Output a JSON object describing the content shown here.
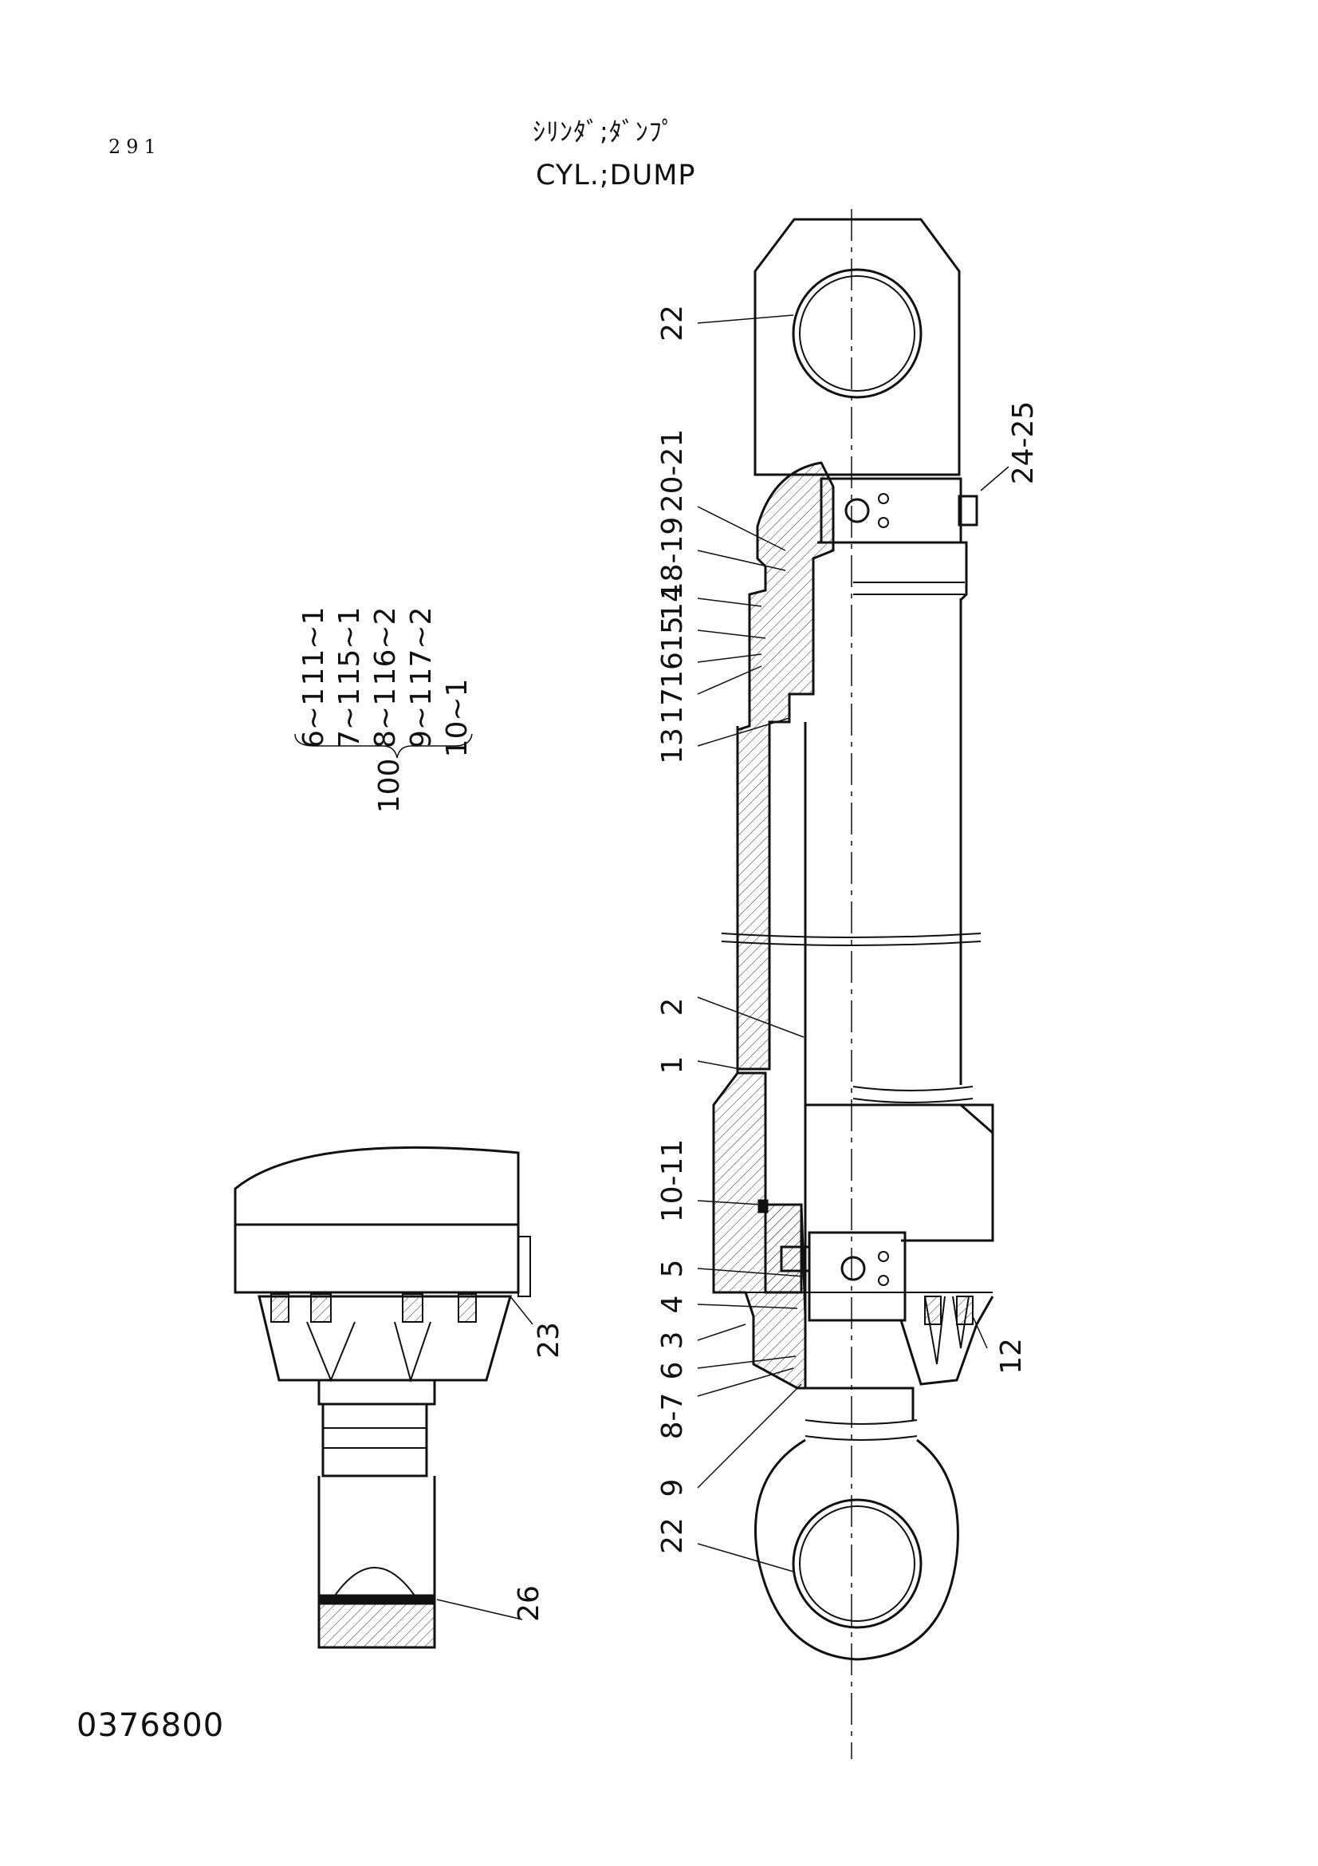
{
  "header": {
    "page_number": "291",
    "title_jp": "ｼﾘﾝﾀﾞ;ﾀﾞﾝﾌﾟ",
    "title_en": "CYL.;DUMP"
  },
  "footer": {
    "drawing_number": "0376800"
  },
  "callouts": {
    "rod_eye_top": "22",
    "bolt_plate": "24-25",
    "item_20_21": "20-21",
    "item_18_19": "18-19",
    "item_14": "14",
    "item_15": "15",
    "item_16": "16",
    "item_17": "17",
    "item_13": "13",
    "item_2": "2",
    "item_1": "1",
    "item_10_11": "10-11",
    "item_5": "5",
    "item_4": "4",
    "item_3": "3",
    "item_6": "6",
    "item_8_7": "8-7",
    "item_9": "9",
    "rod_eye_bottom": "22",
    "item_12": "12",
    "item_23": "23",
    "item_26": "26"
  },
  "seal_kit": {
    "kit_number": "100",
    "columns": [
      [
        "6~1",
        "11~1"
      ],
      [
        "7~1",
        "15~1"
      ],
      [
        "8~1",
        "16~2"
      ],
      [
        "9~1",
        "17~2"
      ],
      [
        "10~1",
        ""
      ]
    ]
  }
}
